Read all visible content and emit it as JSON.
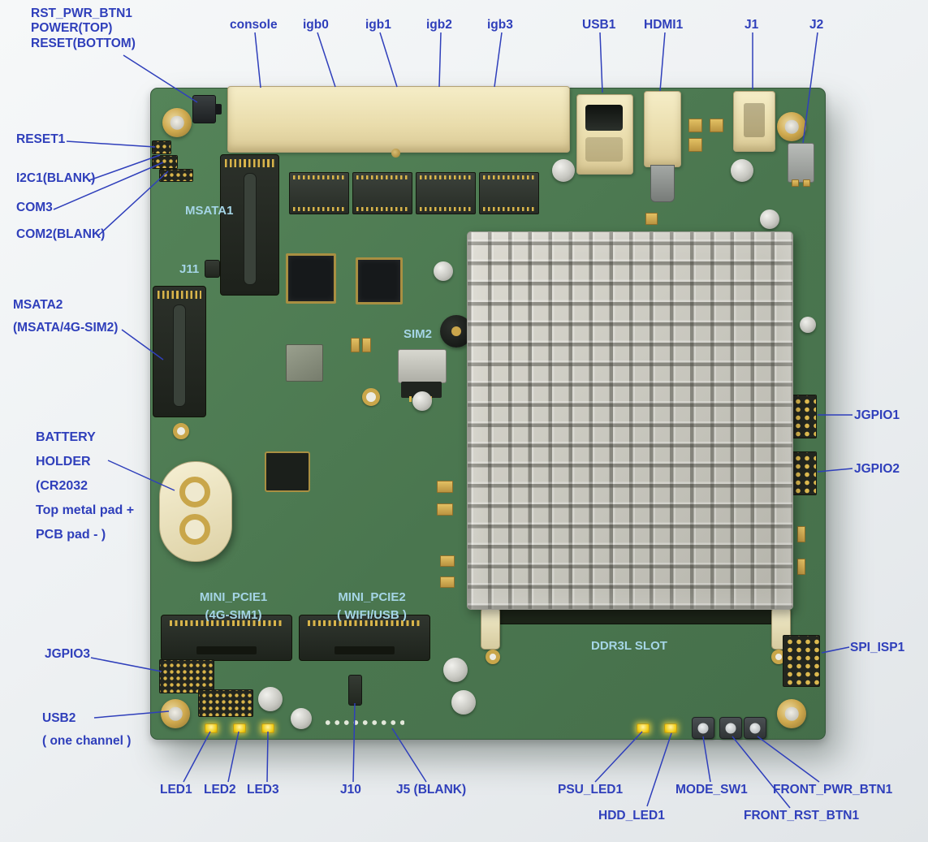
{
  "colors": {
    "outer_label": "#2f3fbb",
    "board_label": "#a5d5e6",
    "pcb_green": "#4a764f",
    "heatsink_silver": "#c9c9c1",
    "connector_cream": "#ecdfae",
    "led_yellow": "#f0ca12"
  },
  "labels": {
    "rst_pwr_btn1": "RST_PWR_BTN1\nPOWER(TOP)\nRESET(BOTTOM)",
    "console": "console",
    "igb0": "igb0",
    "igb1": "igb1",
    "igb2": "igb2",
    "igb3": "igb3",
    "usb1": "USB1",
    "hdmi1": "HDMI1",
    "j1": "J1",
    "j2": "J2",
    "reset1": "RESET1",
    "i2c1": "I2C1(BLANK)",
    "com3": "COM3",
    "com2": "COM2(BLANK)",
    "msata2": "MSATA2\n(MSATA/4G-SIM2)",
    "battery": "BATTERY\nHOLDER\n(CR2032\nTop metal pad +\nPCB pad - )",
    "jgpio3": "JGPIO3",
    "usb2": "USB2\n( one channel )",
    "led1": "LED1",
    "led2": "LED2",
    "led3": "LED3",
    "j10": "J10",
    "j5": "J5 (BLANK)",
    "psu_led1": "PSU_LED1",
    "hdd_led1": "HDD_LED1",
    "mode_sw1": "MODE_SW1",
    "front_rst_btn1": "FRONT_RST_BTN1",
    "front_pwr_btn1": "FRONT_PWR_BTN1",
    "jgpio1": "JGPIO1",
    "jgpio2": "JGPIO2",
    "spi_isp1": "SPI_ISP1",
    "msata1": "MSATA1",
    "j11": "J11",
    "sim2": "SIM2",
    "mini_pcie1": "MINI_PCIE1\n(4G-SIM1)",
    "mini_pcie2": "MINI_PCIE2\n( WIFI/USB )",
    "ddr3l_slot": "DDR3L SLOT"
  }
}
